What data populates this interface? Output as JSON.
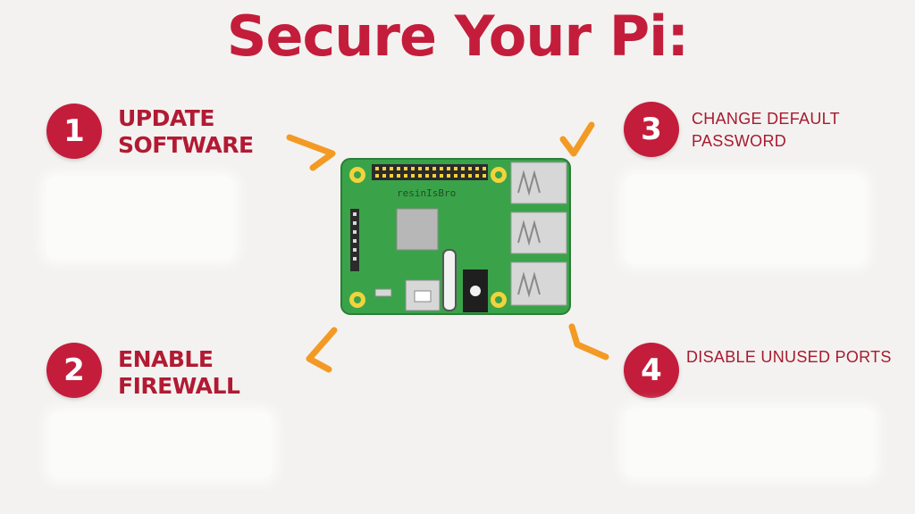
{
  "title": "Secure Your Pi:",
  "steps": [
    {
      "number": "1",
      "lines": [
        "UPDATE",
        "SOFTWARE"
      ]
    },
    {
      "number": "2",
      "lines": [
        "ENABLE",
        "FIREWALL"
      ]
    },
    {
      "number": "3",
      "lines": [
        "CHANGE DEFAULT",
        "PASSWORD"
      ]
    },
    {
      "number": "4",
      "lines": [
        "DISABLE UNUSED PORTS"
      ]
    }
  ],
  "board": {
    "silkscreen": "resinIsBro"
  },
  "colors": {
    "accent": "#c31d3b",
    "arrow": "#f39a24",
    "board": "#3aa34a",
    "background": "#f3f2f0"
  }
}
